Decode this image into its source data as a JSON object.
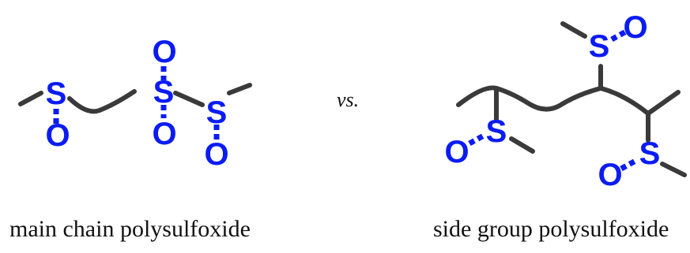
{
  "atoms": {
    "sulfur": "S",
    "oxygen": "O"
  },
  "comparison": {
    "left_caption": "main chain polysulfoxide",
    "separator": "vs.",
    "right_caption": "side group polysulfoxide"
  },
  "colors": {
    "heteroatom": "#0b1cf2",
    "bond": "#3a3a3a",
    "text": "#111111"
  }
}
